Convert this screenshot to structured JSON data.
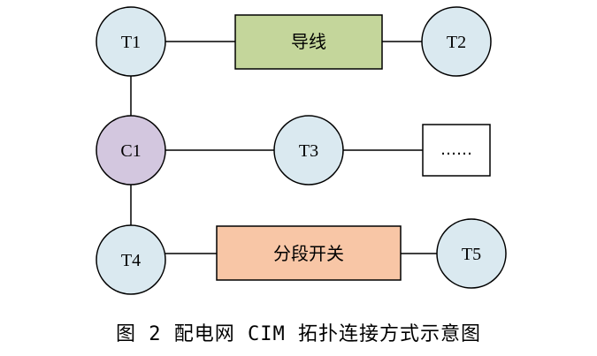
{
  "diagram": {
    "nodes": {
      "t1": "T1",
      "t2": "T2",
      "c1": "C1",
      "t3": "T3",
      "t4": "T4",
      "t5": "T5"
    },
    "boxes": {
      "conductor": "导线",
      "ellipsis": "……",
      "section_switch": "分段开关"
    },
    "colors": {
      "terminal_fill": "#dae9f0",
      "connectivity_fill": "#d3c7df",
      "conductor_fill": "#c4d69b",
      "switch_fill": "#f8c6a6",
      "stroke": "#000000"
    }
  },
  "caption": "图 2  配电网 CIM 拓扑连接方式示意图"
}
